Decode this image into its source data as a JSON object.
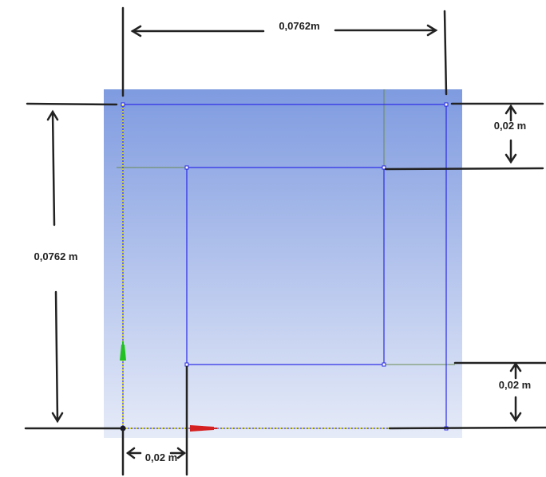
{
  "dimensions": {
    "top_width": "0,0762m",
    "left_height": "0,0762 m",
    "right_top_offset": "0,02 m",
    "right_bottom_offset": "0,02 m",
    "bottom_left_offset": "0,02 m"
  },
  "colors": {
    "viewport_top": "#7f9be0",
    "viewport_bottom": "#e6ebf8",
    "sketch_line": "#2a2ae6",
    "dimension_line": "#222222",
    "construction_line": "#6a8a50",
    "axis_y": "#22c022",
    "axis_x": "#d42020",
    "origin_axis": "#e6e600"
  },
  "icons": {
    "origin": "origin-dot-icon",
    "y_axis": "y-axis-arrow-icon",
    "x_axis": "x-axis-arrow-icon"
  }
}
